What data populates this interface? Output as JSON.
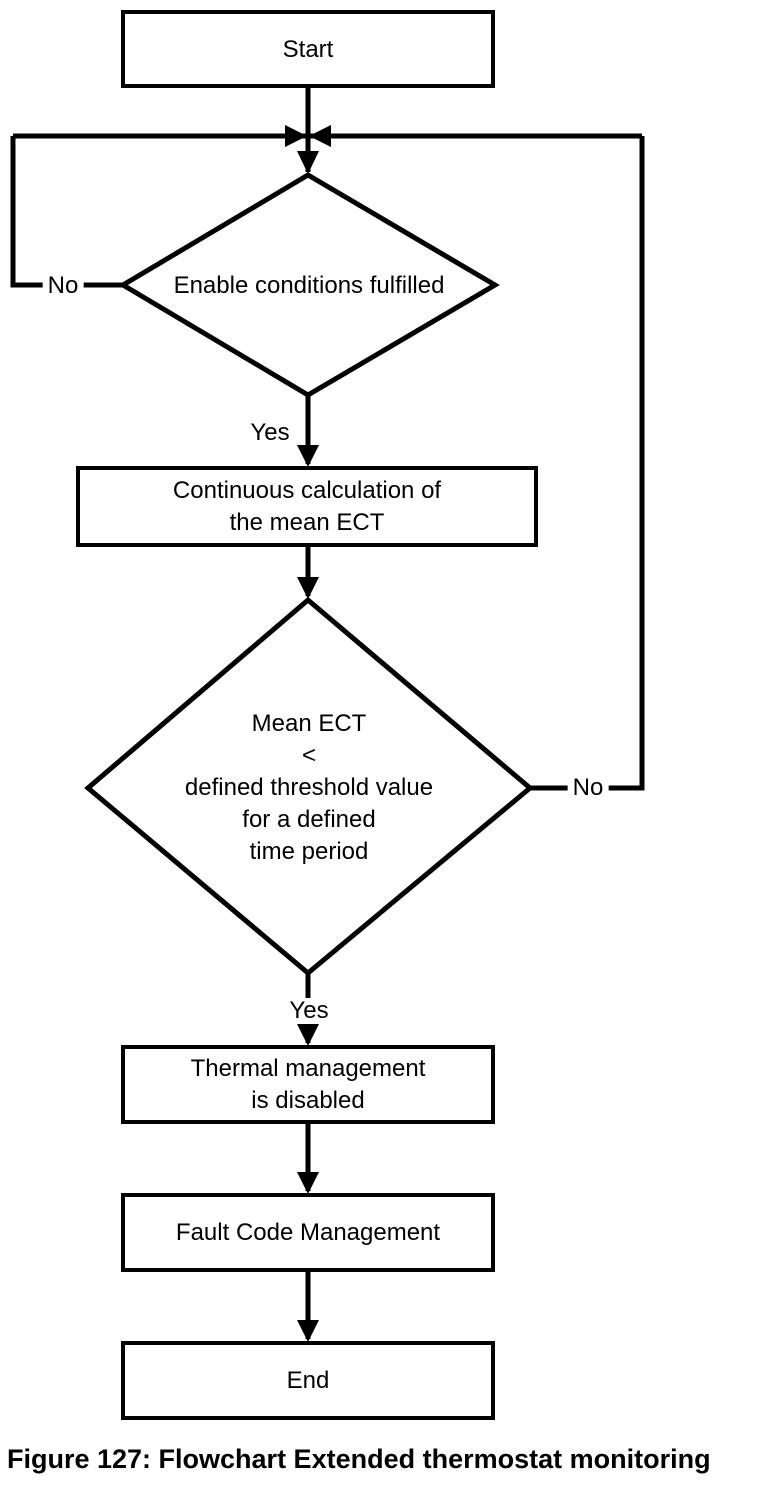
{
  "flowchart": {
    "nodes": {
      "start": {
        "label": "Start"
      },
      "enable_decision": {
        "label": "Enable conditions fulfilled"
      },
      "mean_ect_calc": {
        "lines": [
          "Continuous calculation of",
          "the mean ECT"
        ]
      },
      "mean_ect_decision": {
        "lines": [
          "Mean ECT",
          "<",
          "defined threshold value",
          "for a defined",
          "time period"
        ]
      },
      "thermal_mgmt": {
        "lines": [
          "Thermal management",
          "is disabled"
        ]
      },
      "fault_code": {
        "label": "Fault Code Management"
      },
      "end": {
        "label": "End"
      }
    },
    "edge_labels": {
      "enable_no": "No",
      "enable_yes": "Yes",
      "mean_no": "No",
      "mean_yes": "Yes"
    },
    "colors": {
      "stroke": "#000000",
      "fill": "#ffffff"
    }
  },
  "caption": "Figure 127: Flowchart Extended thermostat monitoring"
}
